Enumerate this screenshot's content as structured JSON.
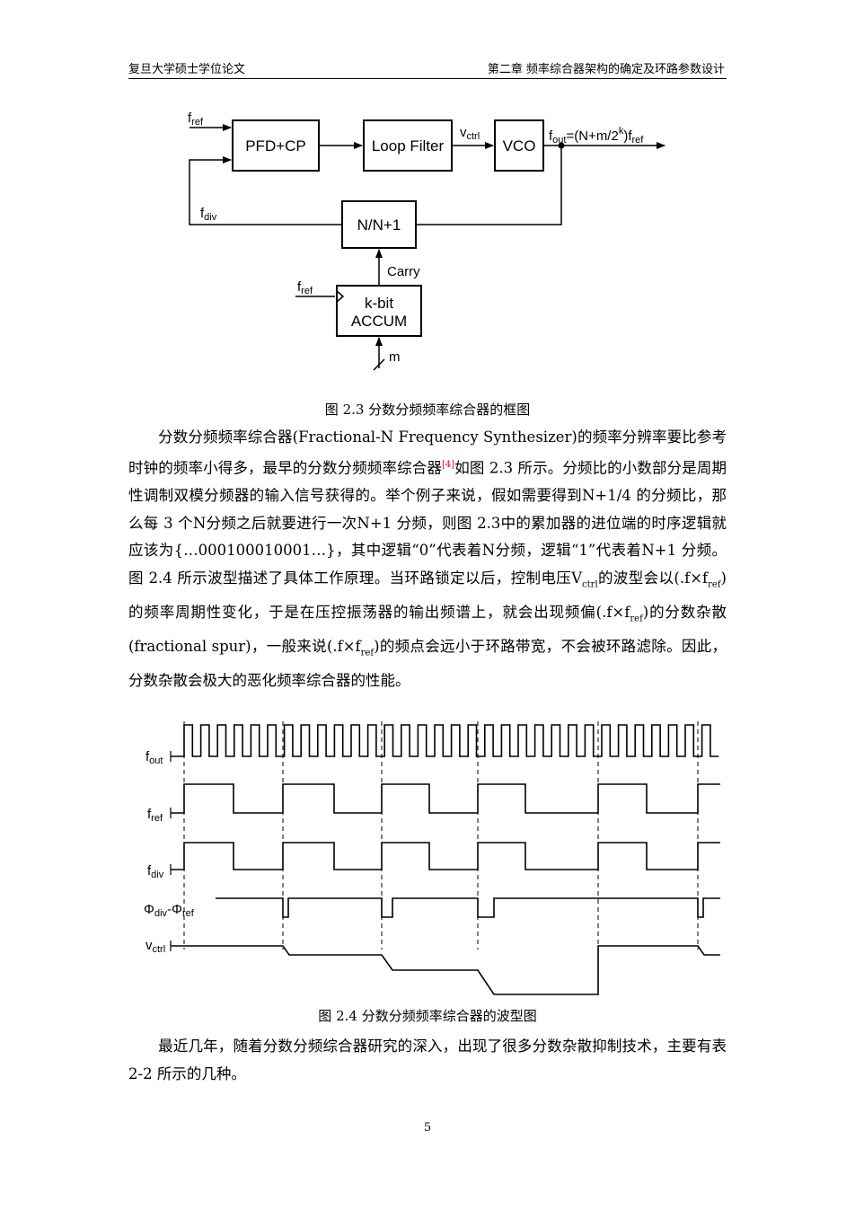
{
  "header": {
    "left": "复旦大学硕士学位论文",
    "right": "第二章  频率综合器架构的确定及环路参数设计"
  },
  "figure1": {
    "blocks": {
      "pfd": "PFD+CP",
      "loop_filter": "Loop Filter",
      "vco": "VCO",
      "divider": "N/N+1",
      "accum_line1": "k-bit",
      "accum_line2": "ACCUM"
    },
    "labels": {
      "fref_top": "f",
      "fref_top_sub": "ref",
      "vctrl": "v",
      "vctrl_sub": "ctrl",
      "fout_main": "f",
      "fout_sub": "out",
      "fout_eq": "=(N+m/2",
      "fout_exp": "k",
      "fout_eq2": ")f",
      "fout_eq2_sub": "ref",
      "fdiv": "f",
      "fdiv_sub": "div",
      "carry": "Carry",
      "fref_acc": "f",
      "fref_acc_sub": "ref",
      "m": "m"
    },
    "caption": "图 2.3  分数分频频率综合器的框图"
  },
  "paragraph1": {
    "s1": "分数分频频率综合器(Fractional-N  Frequency  Synthesizer)的频率分辨率要比参考时钟的频率小得多，最早的分数分频频率综合器",
    "ref": "[4]",
    "s2": "如图 2.3 所示。分频比的小数部分是周期性调制双模分频器的输入信号获得的。举个例子来说，假如需要得到N+1/4 的分频比，那么每 3 个N分频之后就要进行一次N+1 分频，则图 2.3中的累加器的进位端的时序逻辑就应该为{…000100010001…}，其中逻辑“0”代表着N分频，逻辑“1”代表着N+1 分频。图 2.4 所示波型描述了具体工作原理。当环路锁定以后，控制电压V",
    "sub1": "ctrl",
    "s3": "的波型会以(.f×f",
    "sub2": "ref",
    "s4": ")的频率周期性变化，于是在压控振荡器的输出频谱上，就会出现频偏(.f×f",
    "sub3": "ref",
    "s5": ")的分数杂散(fractional  spur)，一般来说(.f×f",
    "sub4": "ref",
    "s6": ")的频点会远小于环路带宽，不会被环路滤除。因此，分数杂散会极大的恶化频率综合器的性能。"
  },
  "figure2": {
    "signals": {
      "fout": "f",
      "fout_sub": "out",
      "fref": "f",
      "fref_sub": "ref",
      "fdiv": "f",
      "fdiv_sub": "div",
      "phase_a": "Φ",
      "phase_a_sub": "div",
      "phase_dash": "-",
      "phase_b": "Φ",
      "phase_b_sub": "ref",
      "vctrl": "v",
      "vctrl_sub": "ctrl"
    },
    "caption": "图 2.4  分数分频频率综合器的波型图"
  },
  "paragraph2": {
    "text": "最近几年，随着分数分频综合器研究的深入，出现了很多分数杂散抑制技术，主要有表 2-2 所示的几种。"
  },
  "page_number": "5"
}
